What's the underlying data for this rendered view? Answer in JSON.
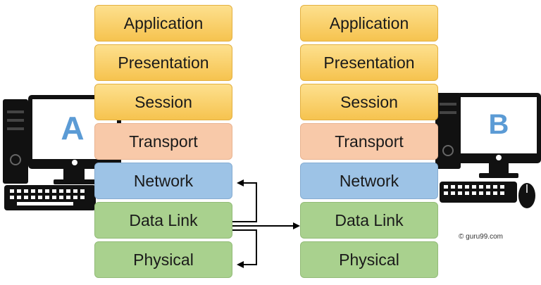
{
  "stack_a": {
    "layers": [
      "Application",
      "Presentation",
      "Session",
      "Transport",
      "Network",
      "Data Link",
      "Physical"
    ]
  },
  "stack_b": {
    "layers": [
      "Application",
      "Presentation",
      "Session",
      "Transport",
      "Network",
      "Data Link",
      "Physical"
    ]
  },
  "computer_a": {
    "label": "A"
  },
  "computer_b": {
    "label": "B"
  },
  "copyright": "© guru99.com",
  "colors": {
    "upper_layers": "#f9cf63",
    "transport": "#f8c9a9",
    "network": "#9dc3e6",
    "lower_layers": "#a9d18e",
    "computer_label": "#5b9bd5",
    "arrow": "#000000"
  }
}
